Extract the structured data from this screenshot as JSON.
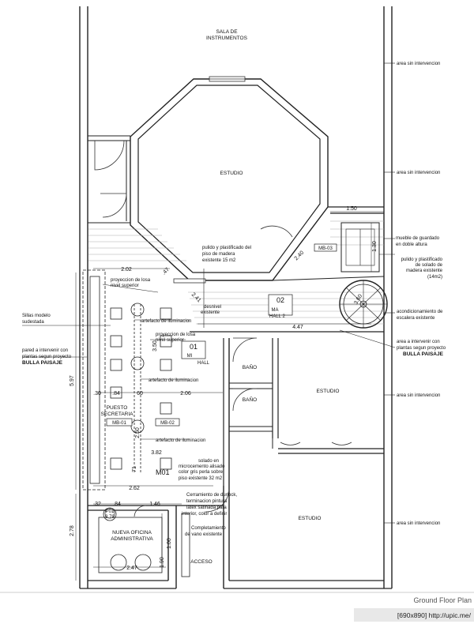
{
  "footer": {
    "title": "Ground Floor Plan",
    "tag": "[690x890] http://upic.me/"
  },
  "rooms": {
    "sala": [
      "SALA DE",
      "INSTRUMENTOS"
    ],
    "estudio1": "ESTUDIO",
    "estudio2": "ESTUDIO",
    "estudio3": "ESTUDIO",
    "bano1": "BAÑO",
    "bano2": "BAÑO",
    "puesto": [
      "PUESTO",
      "SECRETARIA"
    ],
    "oficina": [
      "NUEVA OFICINA",
      "ADMINISTRATIVA"
    ],
    "acceso": "ACCESO"
  },
  "tags": {
    "mb03": "MB-03",
    "mb01": "MB-01",
    "mb02": "MB-02",
    "hall1_num": "01",
    "hall1_name": "MI",
    "hall1_label": "HALL",
    "hall2_num": "02",
    "hall2_name": "MA",
    "hall2_label": "HALL  2",
    "m01": "M01",
    "p01a": "P01",
    "p01b": "0.70"
  },
  "notes": {
    "area1": "area sin intervencion",
    "area2": "area sin intervencion",
    "area3": "area sin intervencion",
    "area4": "area sin intervencion",
    "mueble": [
      "mueble de guardado",
      "en doble altura"
    ],
    "pulido_r": [
      "pulido y plastificado",
      "de solado de",
      "madera existente",
      "(14m2)"
    ],
    "pulido_l": [
      "pulido y plastificado del",
      "piso de madera",
      "existente 15 m2"
    ],
    "desnivel": [
      "desnivel",
      "existente"
    ],
    "escalera": [
      "acondicionamiento de",
      "escalera existente"
    ],
    "plantas_r": [
      "area a intervenir con",
      "plantas segun proyecto",
      "BULLA PAISAJE"
    ],
    "proy1": [
      "proyeccion de losa",
      "nivel superior"
    ],
    "proy2": [
      "proyeccion de losa",
      "nivel superior"
    ],
    "sillas": [
      "Sillas modelo",
      "sudestada"
    ],
    "pared": [
      "pared a intervenir con",
      "plantas segun proyecto",
      "BULLA PAISAJE"
    ],
    "art1": "artefacto de iluminacion",
    "art2": "artefacto de iluminacion",
    "art3": "artefacto de iluminacion",
    "solado": [
      "solado en",
      "microcemento alisado",
      "color gris perla sobre",
      "piso existente 32 m2"
    ],
    "cerramiento": [
      "Cerramiento de durlock,",
      "terminacion pintura",
      "latex satinada para",
      "interior, color a definir"
    ],
    "completamiento": [
      "Completamiento",
      "de vano existente"
    ]
  },
  "dims": {
    "d150": "1.50",
    "d130": "1.30",
    "d240": "2.40",
    "d202": "2.02",
    "d47": ".47",
    "d241": "2.41",
    "d447": "4.47",
    "d350": "3.50",
    "d597": "5.97",
    "d30": ".30",
    "d84a": ".84",
    "d60": "60",
    "d206": "2.06",
    "d250": "2.50",
    "d382": "3.82",
    "d71": "71",
    "d262": "2.62",
    "d32": ".32",
    "d84b": ".84",
    "d146": "1.46",
    "d278": "2.78",
    "d100": "1.00",
    "d190": "1.90",
    "d247": "2.47",
    "d360": "3.60"
  }
}
